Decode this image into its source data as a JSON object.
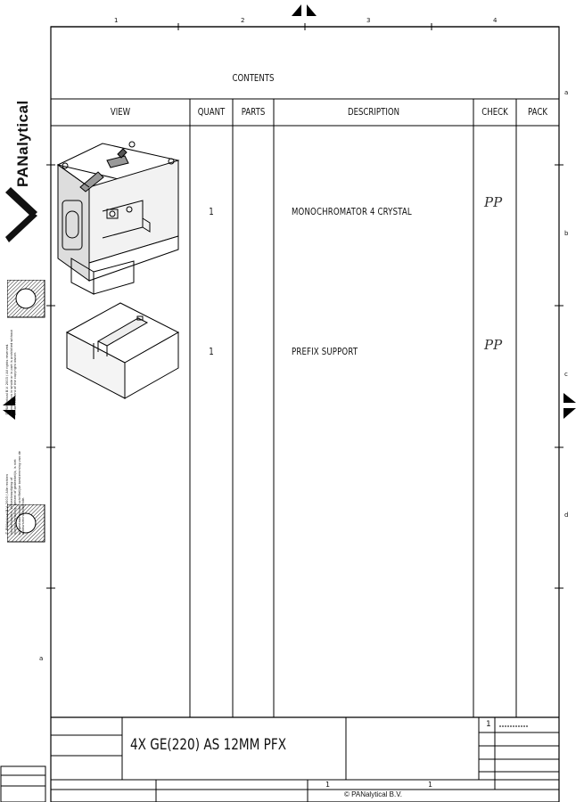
{
  "brand": "PANalytical",
  "sheet": {
    "title": "CONTENTS",
    "columns": {
      "view": "VIEW",
      "quant": "QUANT",
      "parts": "PARTS",
      "description": "DESCRIPTION",
      "check": "CHECK",
      "pack": "PACK"
    },
    "rows": [
      {
        "quant": "1",
        "parts": "",
        "description": "MONOCHROMATOR 4 CRYSTAL",
        "check": "PP",
        "pack": ""
      },
      {
        "quant": "1",
        "parts": "",
        "description": "PREFIX SUPPORT",
        "check": "PP",
        "pack": ""
      }
    ]
  },
  "border": {
    "top_ticks": [
      "1",
      "2",
      "3",
      "4"
    ],
    "right_ticks": [
      "a",
      "b",
      "c",
      "d"
    ],
    "left_tick": "a"
  },
  "title_block": {
    "drawing_title": "4X GE(220) AS 12MM PFX",
    "sheet_number": "1",
    "field_a": "1",
    "field_b": "1",
    "copyright": "© PANalytical B.V."
  },
  "left_notes": {
    "copyright_en": "© PANalytical B.V. 2003 / All rights reserved. Reproduction in whole or in part is prohibited without written consent of the copyright owner.",
    "copyright_nl": "© PANalytical B.V. 2003 / Alle rechten voorbehouden. Verveelvoudiging of openbaarmaking, geheel of gedeeltelijk, is niet toegestaan zonder schriftelijke toestemming van de auteursrechthebbende."
  }
}
